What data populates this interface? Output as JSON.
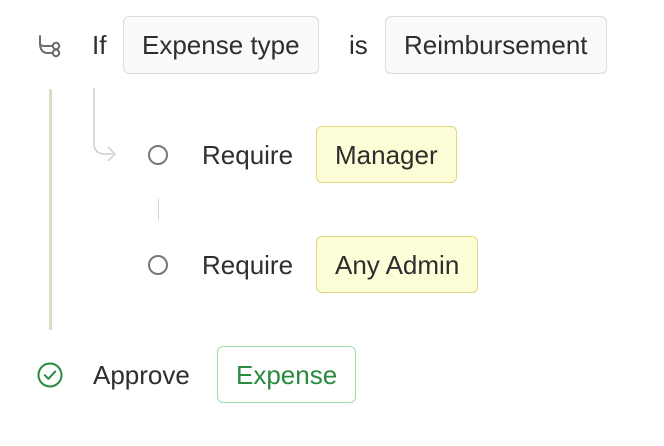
{
  "condition": {
    "if_label": "If",
    "field": "Expense type",
    "operator": "is",
    "value": "Reimbursement"
  },
  "steps": [
    {
      "verb": "Require",
      "target": "Manager"
    },
    {
      "verb": "Require",
      "target": "Any Admin"
    }
  ],
  "outcome": {
    "verb": "Approve",
    "target": "Expense"
  },
  "icons": {
    "condition": "branch-icon",
    "step_pending": "circle-outline-icon",
    "outcome": "check-circle-icon"
  },
  "colors": {
    "approver_chip_bg": "#fdfdd8",
    "approver_chip_border": "#e0d67c",
    "outcome_text": "#2a8a3e",
    "outcome_border": "#9fdca4",
    "rail": "#dcdcc4"
  }
}
